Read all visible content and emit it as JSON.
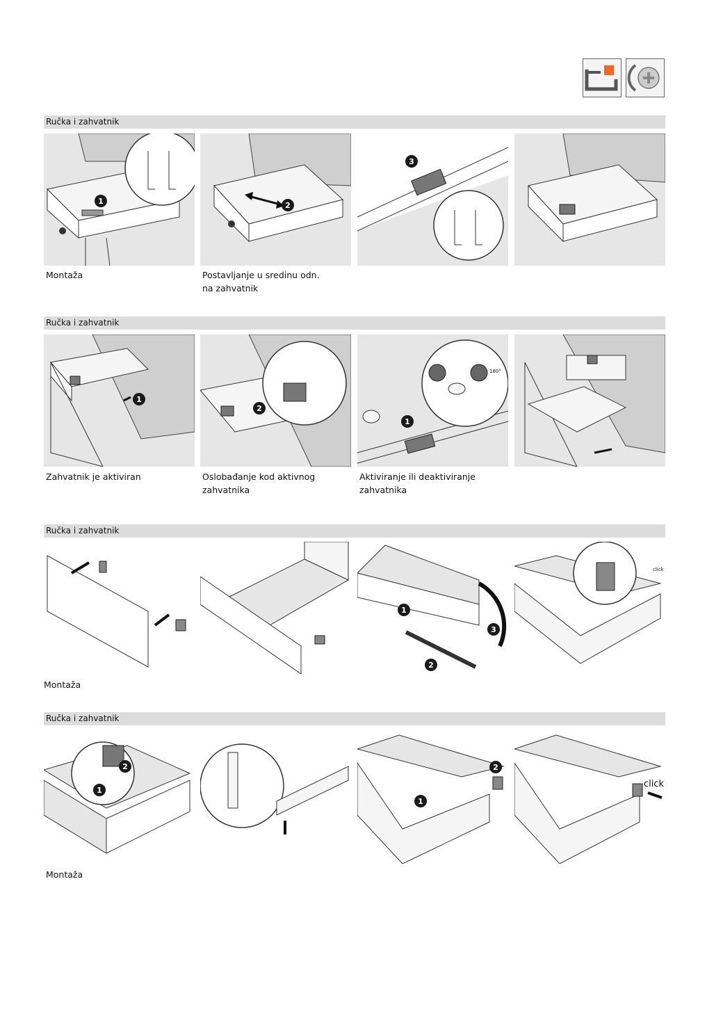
{
  "header_icons": [
    {
      "name": "drawer-orange-icon"
    },
    {
      "name": "screw-rotate-icon"
    }
  ],
  "sections": [
    {
      "title": "Ručka i zahvatnik",
      "captions": [
        "Montaža",
        "Postavljanje u sredinu odn. na zahvatnik",
        "",
        ""
      ]
    },
    {
      "title": "Ručka i zahvatnik",
      "captions": [
        "Zahvatnik je aktiviran",
        "Oslobađanje kod aktivnog  zahvatnika",
        "Aktiviranje ili deaktiviranje zahvatnika",
        ""
      ]
    },
    {
      "title": "Ručka i zahvatnik",
      "captions": [
        "Montaža"
      ]
    },
    {
      "title": "Ručka i zahvatnik",
      "captions": [
        "Montaža"
      ]
    }
  ],
  "labels": {
    "click_small": "click",
    "click_large": "click",
    "angle": "180°"
  },
  "step_numbers": [
    "1",
    "2",
    "3"
  ],
  "colors": {
    "accent": "#f26522",
    "panel_bg": "#e6e6e6",
    "section_bar": "#dcdcdc",
    "badge": "#1a1a1a"
  }
}
